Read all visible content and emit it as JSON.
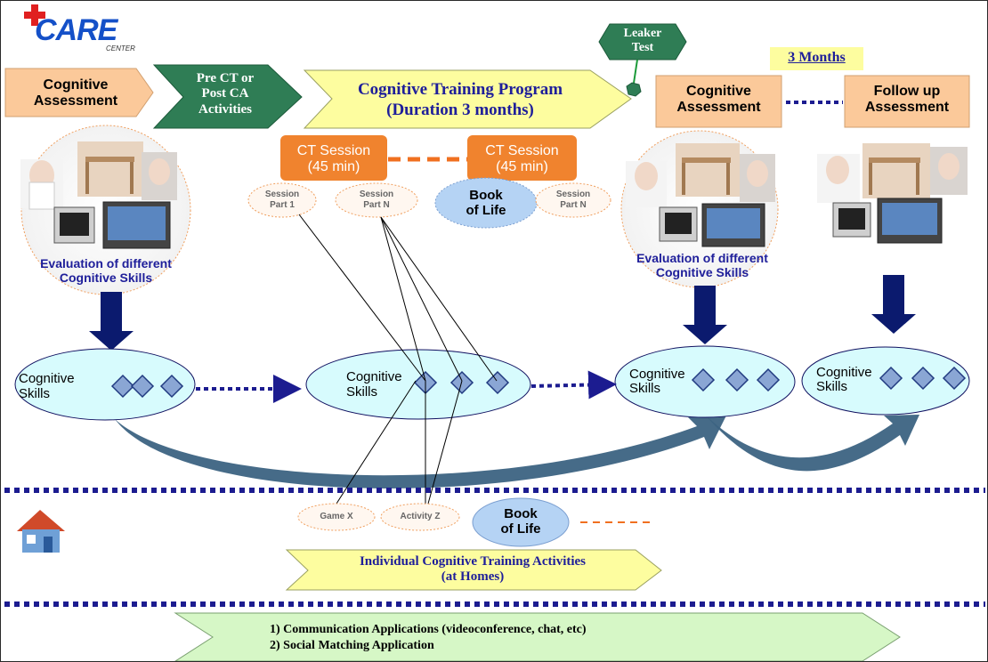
{
  "logo": {
    "text": "CARE",
    "subtext": "CENTER"
  },
  "top_flow": {
    "cognitive_assessment_1": [
      "Cognitive",
      "Assessment"
    ],
    "pre_ct": [
      "Pre CT or",
      "Post CA",
      "Activities"
    ],
    "training_program": [
      "Cognitive Training Program",
      "(Duration 3 months)"
    ],
    "leaker_test": [
      "Leaker",
      "Test"
    ],
    "three_months": "3 Months",
    "cognitive_assessment_2": [
      "Cognitive",
      "Assessment"
    ],
    "follow_up": [
      "Follow up",
      "Assessment"
    ]
  },
  "sessions": {
    "ct_session_1": [
      "CT Session",
      "(45 min)"
    ],
    "ct_session_2": [
      "CT Session",
      "(45 min)"
    ],
    "session_part_1": [
      "Session",
      "Part 1"
    ],
    "session_part_n_1": [
      "Session",
      "Part N"
    ],
    "book_of_life_1": [
      "Book",
      "of Life"
    ],
    "session_part_n_2": [
      "Session",
      "Part N"
    ]
  },
  "evaluation_1": [
    "Evaluation of different",
    "Cognitive Skills"
  ],
  "evaluation_2": [
    "Evaluation of different",
    "Cognitive Skills"
  ],
  "skills": {
    "label_1": [
      "Cognitive",
      "Skills"
    ],
    "label_2": [
      "Cognitive",
      "Skills"
    ],
    "label_3": [
      "Cognitive",
      "Skills"
    ],
    "label_4": [
      "Cognitive",
      "Skills"
    ]
  },
  "home": {
    "game_x": "Game X",
    "activity_z": "Activity Z",
    "book_of_life": [
      "Book",
      "of Life"
    ],
    "individual_training": [
      "Individual Cognitive Training Activities",
      "(at Homes)"
    ]
  },
  "apps": {
    "line_1": "1) Communication Applications (videoconference, chat, etc)",
    "line_2": "2) Social Matching Application"
  },
  "colors": {
    "orange_box": "#fbc99a",
    "green_arrow": "#2f7d55",
    "yellow_arrow": "#fdfd9f",
    "ct_session": "#f0832e",
    "skills_ellipse": "#d7fbfd",
    "dark_blue_arrow": "#0b1a6e",
    "curve_blue": "#3c6382",
    "dotted_blue": "#1c1c90",
    "light_green_arrow": "#d6f7c6",
    "book_blue": "#b5d3f4"
  }
}
